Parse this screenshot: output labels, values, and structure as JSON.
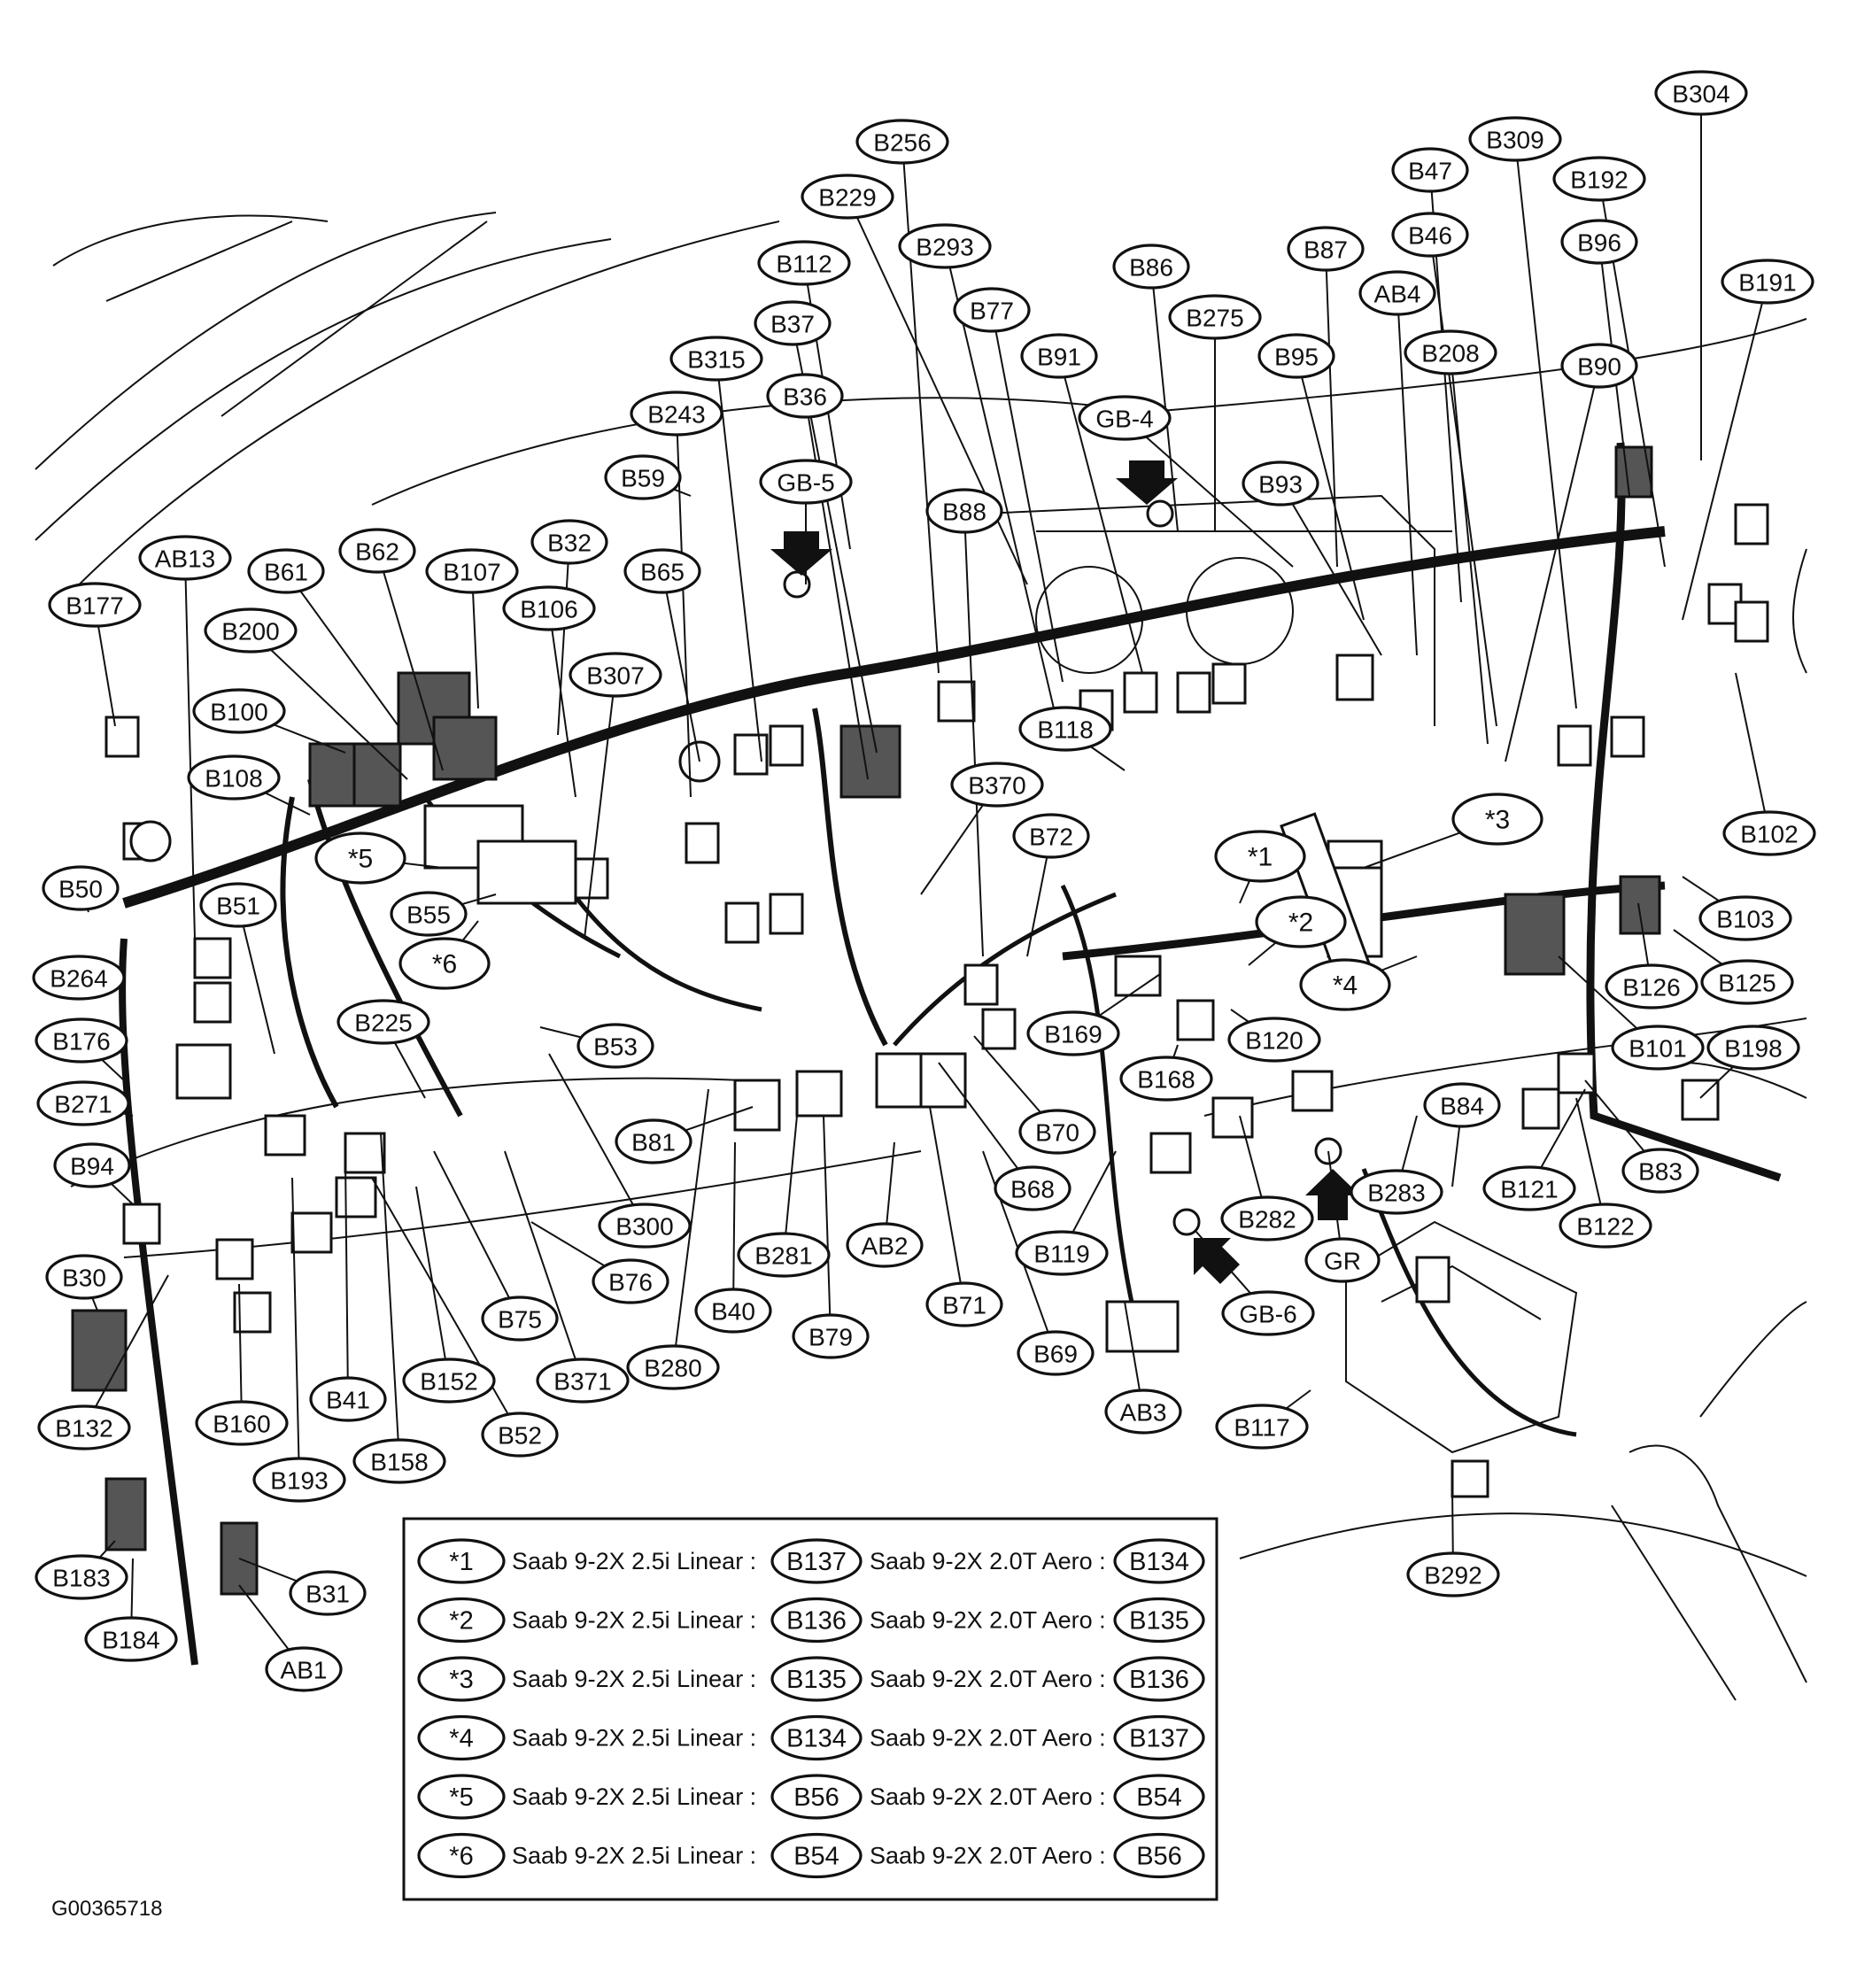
{
  "figure_id": "G00365718",
  "labels": [
    "B304",
    "B309",
    "B47",
    "B192",
    "B256",
    "B229",
    "B293",
    "B112",
    "B87",
    "B46",
    "B96",
    "B191",
    "B86",
    "AB4",
    "B77",
    "B275",
    "B37",
    "B91",
    "B95",
    "B208",
    "B90",
    "B315",
    "B36",
    "GB-4",
    "B243",
    "B59",
    "GB-5",
    "B93",
    "B88",
    "AB13",
    "B62",
    "B32",
    "B61",
    "B107",
    "B65",
    "B177",
    "B106",
    "B200",
    "B307",
    "B100",
    "B118",
    "B108",
    "B370",
    "B72",
    "B102",
    "B50",
    "B55",
    "B103",
    "B51",
    "B126",
    "B125",
    "B264",
    "B225",
    "B53",
    "B169",
    "B120",
    "B101",
    "B198",
    "B176",
    "B168",
    "B70",
    "B84",
    "B271",
    "B81",
    "B68",
    "B83",
    "B94",
    "B282",
    "B283",
    "B121",
    "B122",
    "B300",
    "B76",
    "B281",
    "AB2",
    "B119",
    "GR",
    "B30",
    "B71",
    "B75",
    "B40",
    "B79",
    "GB-6",
    "B69",
    "B371",
    "B280",
    "B41",
    "B152",
    "AB3",
    "B117",
    "B132",
    "B160",
    "B52",
    "B193",
    "B158",
    "B292",
    "B183",
    "B31",
    "B184",
    "AB1"
  ],
  "stars": [
    "*1",
    "*2",
    "*3",
    "*4",
    "*5",
    "*6"
  ],
  "legend": [
    {
      "star": "*1",
      "linear_text": "Saab 9-2X 2.5i Linear :",
      "linear_code": "B137",
      "aero_text": "Saab 9-2X 2.0T Aero :",
      "aero_code": "B134"
    },
    {
      "star": "*2",
      "linear_text": "Saab 9-2X 2.5i Linear :",
      "linear_code": "B136",
      "aero_text": "Saab 9-2X 2.0T Aero :",
      "aero_code": "B135"
    },
    {
      "star": "*3",
      "linear_text": "Saab 9-2X 2.5i Linear :",
      "linear_code": "B135",
      "aero_text": "Saab 9-2X 2.0T Aero :",
      "aero_code": "B136"
    },
    {
      "star": "*4",
      "linear_text": "Saab 9-2X 2.5i Linear :",
      "linear_code": "B134",
      "aero_text": "Saab 9-2X 2.0T Aero :",
      "aero_code": "B137"
    },
    {
      "star": "*5",
      "linear_text": "Saab 9-2X 2.5i Linear :",
      "linear_code": "B56",
      "aero_text": "Saab 9-2X 2.0T Aero :",
      "aero_code": "B54"
    },
    {
      "star": "*6",
      "linear_text": "Saab 9-2X 2.5i Linear :",
      "linear_code": "B54",
      "aero_text": "Saab 9-2X 2.0T Aero :",
      "aero_code": "B56"
    }
  ]
}
